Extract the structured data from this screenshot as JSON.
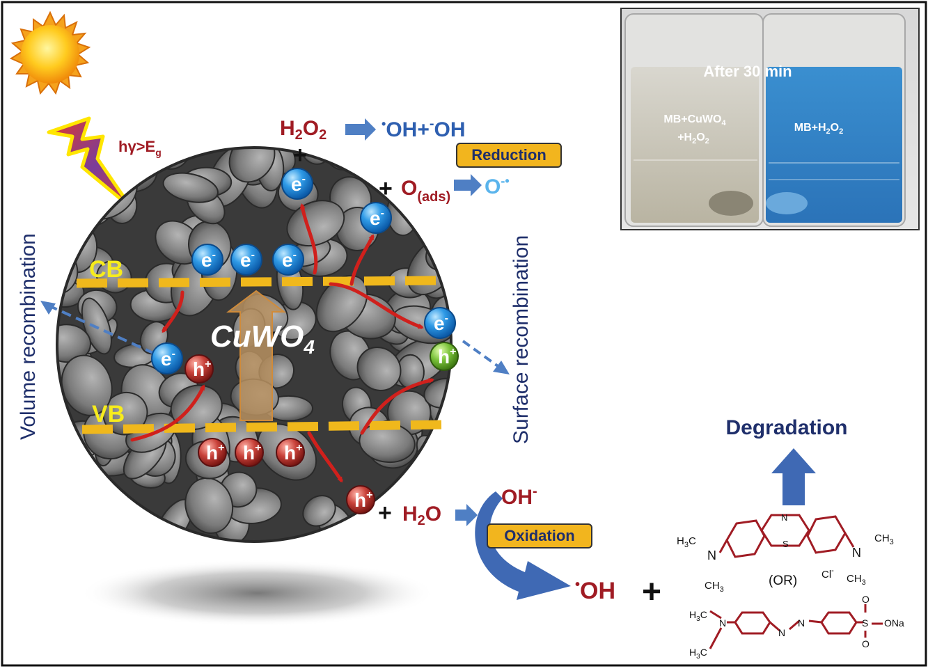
{
  "labels": {
    "light": "hγ>E",
    "light_sub": "g",
    "cb": "CB",
    "vb": "VB",
    "material": "CuWO",
    "material_sub": "4",
    "volume_recombination": "Volume recombination",
    "surface_recombination": "Surface recombination",
    "reduction": "Reduction",
    "oxidation": "Oxidation",
    "degradation": "Degradation",
    "or": "(OR)"
  },
  "reactions": {
    "h2o2": "H",
    "h2o2_sub": "2",
    "h2o2_o": "O",
    "h2o2_sub2": "2",
    "products_dot": "•",
    "products_oh": "OH+",
    "products_minus": "-",
    "products_oh2": "OH",
    "plus": "+",
    "o_ads": "O",
    "o_ads_sub": "(ads)",
    "superoxide": "O",
    "superoxide_sup": "-•",
    "h2o": "H",
    "h2o_sub": "2",
    "h2o_o": "O",
    "hydroxide": "OH",
    "hydroxide_sup": "-",
    "radical_dot": "•",
    "radical": "OH"
  },
  "carriers": {
    "electron": "e",
    "electron_sup": "-",
    "hole": "h",
    "hole_sup": "+"
  },
  "photo": {
    "title": "After 30 min",
    "left_line1": "MB+CuWO",
    "left_line1_sub": "4",
    "left_line2": "+H",
    "left_line2_sub": "2",
    "left_line2_o": "O",
    "left_line2_sub2": "2",
    "right_label": "MB+H",
    "right_sub": "2",
    "right_o": "O",
    "right_sub2": "2"
  },
  "molecule1": {
    "h3c": "H",
    "h3c_sub": "3",
    "h3c_c": "C",
    "n_left": "N",
    "ch3_low": "CH",
    "ch3_low_sub": "3",
    "ring_n": "N",
    "ring_s": "S",
    "n_right": "N",
    "ch3_right": "CH",
    "ch3_right_sub": "3",
    "ch3_low_right": "CH",
    "ch3_low_right_sub": "3",
    "cl": "Cl",
    "cl_sup": "-"
  },
  "molecule2": {
    "h3c_top": "H",
    "h3c_top_sub": "3",
    "h3c_top_c": "C",
    "h3c_bot": "H",
    "h3c_bot_sub": "3",
    "h3c_bot_c": "C",
    "n": "N",
    "azo_n1": "N",
    "azo_n2": "N",
    "s": "S",
    "o_top": "O",
    "o_bot": "O",
    "ona": "ONa"
  },
  "colors": {
    "dark_red": "#a01c24",
    "blue_text": "#2e5fb0",
    "navy": "#1f2f6b",
    "band_yellow": "#f0b81c",
    "label_box": "#f2b51e",
    "arrow_blue": "#4f7fc4"
  }
}
